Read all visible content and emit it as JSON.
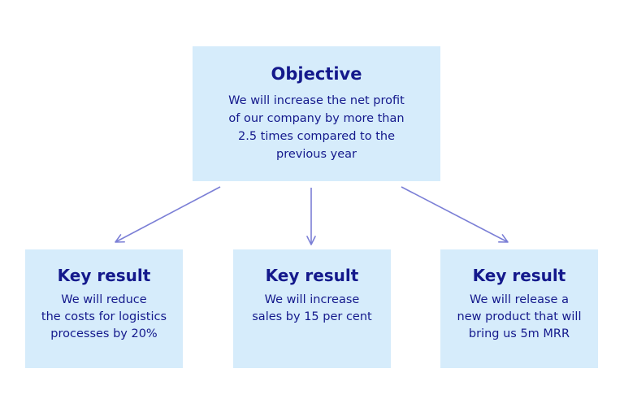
{
  "colors": {
    "box_fill": "#d6ecfb",
    "text": "#14198c",
    "arrow": "#7b7fd6"
  },
  "objective": {
    "title": "Objective",
    "text": "We will increase the net profit\nof our company by more than\n2.5 times compared to the\nprevious year"
  },
  "key_results": [
    {
      "title": "Key result",
      "text": "We will reduce\nthe costs for logistics\nprocesses by 20%"
    },
    {
      "title": "Key result",
      "text": "We will increase\nsales by 15 per cent"
    },
    {
      "title": "Key result",
      "text": "We will release a\nnew product that will\nbring us 5m MRR"
    }
  ]
}
